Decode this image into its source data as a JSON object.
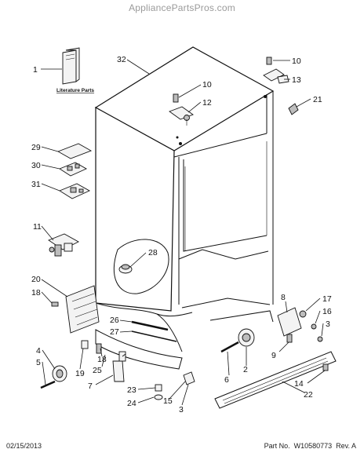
{
  "header": {
    "watermark": "AppliancePartsPros.com"
  },
  "literature": {
    "label": "Literature Parts"
  },
  "footer": {
    "date": "02/15/2013",
    "part": "Part No.  W10580773  Rev. A"
  },
  "callouts": {
    "c1": "1",
    "c2": "2",
    "c3a": "3",
    "c3b": "3",
    "c4": "4",
    "c5": "5",
    "c6": "6",
    "c7": "7",
    "c8": "8",
    "c9": "9",
    "c10a": "10",
    "c10b": "10",
    "c11": "11",
    "c12": "12",
    "c13": "13",
    "c14": "14",
    "c15": "15",
    "c16": "16",
    "c17": "17",
    "c18a": "18",
    "c18b": "18",
    "c19": "19",
    "c20": "20",
    "c21": "21",
    "c22": "22",
    "c23": "23",
    "c24": "24",
    "c25": "25",
    "c26": "26",
    "c27": "27",
    "c28": "28",
    "c29": "29",
    "c30": "30",
    "c31": "31",
    "c32": "32"
  }
}
